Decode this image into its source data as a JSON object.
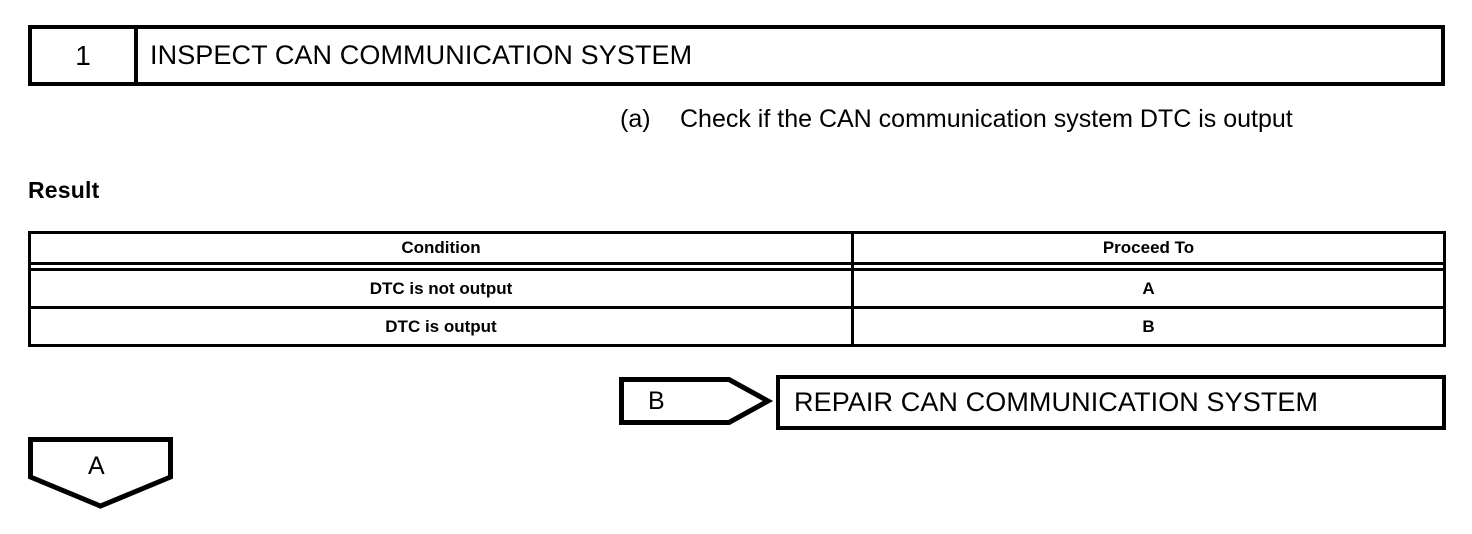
{
  "step": {
    "number": "1",
    "title": "INSPECT CAN COMMUNICATION SYSTEM"
  },
  "procedure": {
    "marker": "(a)",
    "text": "Check if the CAN communication system DTC is output"
  },
  "result": {
    "heading": "Result",
    "columns": [
      "Condition",
      "Proceed To"
    ],
    "rows": [
      {
        "condition": "DTC is not output",
        "proceed_to": "A"
      },
      {
        "condition": "DTC is output",
        "proceed_to": "B"
      }
    ]
  },
  "connectors": {
    "branch_b": "B",
    "branch_a": "A"
  },
  "action": {
    "label": "REPAIR CAN COMMUNICATION SYSTEM"
  },
  "colors": {
    "ink": "#000000",
    "paper": "#ffffff"
  }
}
